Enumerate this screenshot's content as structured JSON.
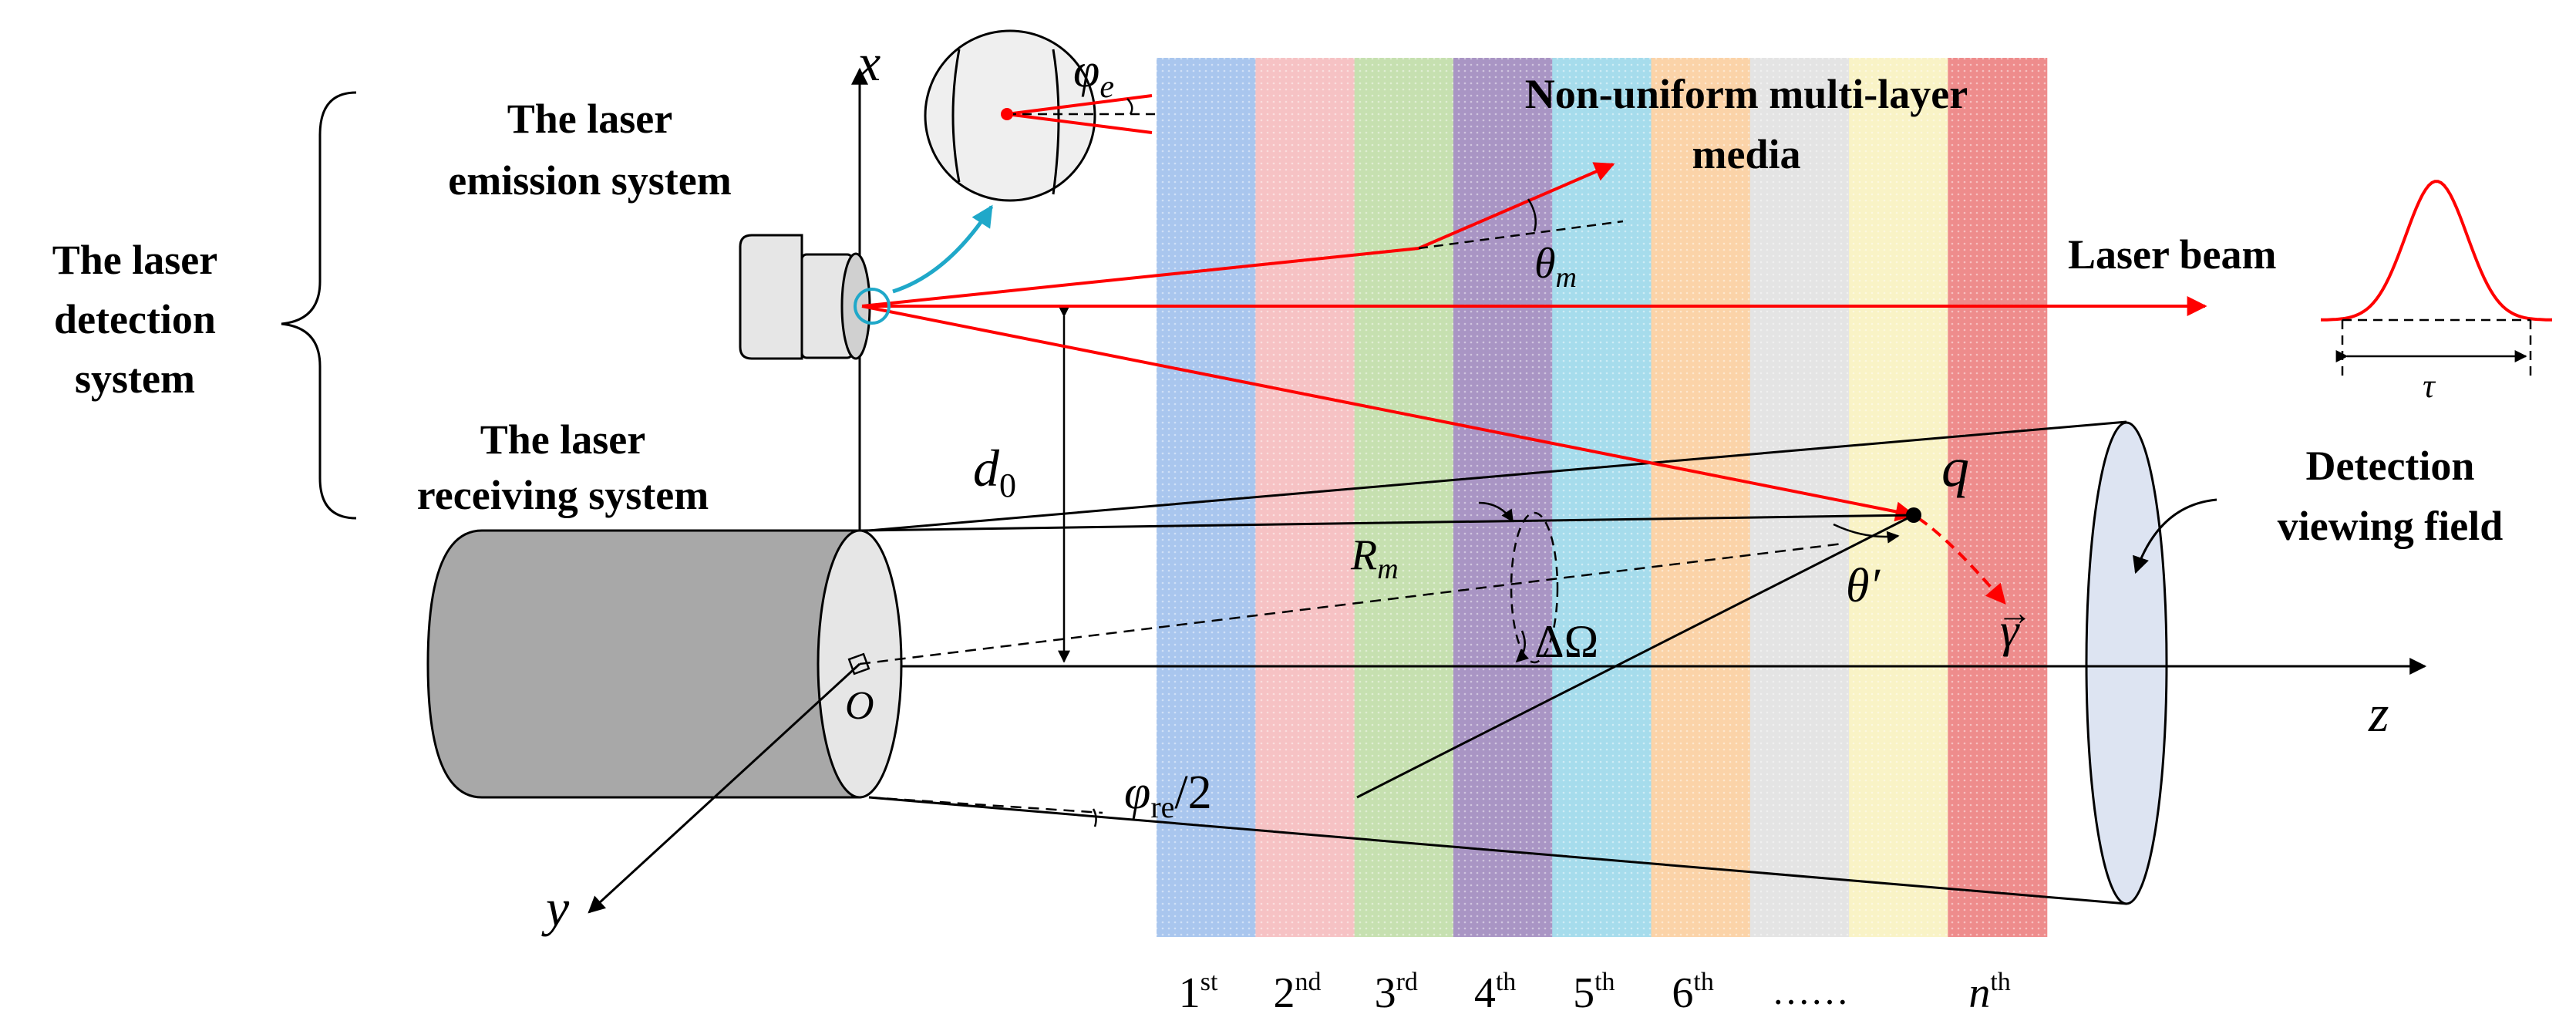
{
  "labels": {
    "detection_system": [
      "The laser",
      "detection",
      "system"
    ],
    "emission_system": [
      "The  laser",
      "emission system"
    ],
    "receiving_system": [
      "The laser",
      "receiving system"
    ],
    "media": [
      "Non-uniform multi-layer",
      "media"
    ],
    "laser_beam": "Laser beam",
    "viewing_field": [
      "Detection",
      "viewing field"
    ]
  },
  "axes": {
    "x": "x",
    "y": "y",
    "z": "z",
    "origin": "O"
  },
  "symbols": {
    "phi_e_base": "φ",
    "phi_e_sub": "e",
    "theta_m_base": "θ",
    "theta_m_sub": "m",
    "d0_base": "d",
    "d0_sub": "0",
    "Rm_base": "R",
    "Rm_sub": "m",
    "delta_omega": "ΔΩ",
    "q": "q",
    "theta_prime": "θ′",
    "gamma": "γ",
    "gamma_arrow": "→",
    "phi_re_base": "φ",
    "phi_re_sub": "re",
    "phi_re_tail": "/2",
    "tau": "τ"
  },
  "layers": [
    {
      "base": "1",
      "sup": "st",
      "color": "#a9c6ee"
    },
    {
      "base": "2",
      "sup": "nd",
      "color": "#f6c2c4"
    },
    {
      "base": "3",
      "sup": "rd",
      "color": "#c6e0b0"
    },
    {
      "base": "4",
      "sup": "th",
      "color": "#a995c4"
    },
    {
      "base": "5",
      "sup": "th",
      "color": "#a6dcec"
    },
    {
      "base": "6",
      "sup": "th",
      "color": "#fbd3a8"
    },
    {
      "base": "",
      "sup": "",
      "color": "#e4e4e4",
      "dots": "……"
    },
    {
      "base": "",
      "sup": "",
      "color": "#f9f3c6"
    },
    {
      "base": "n",
      "sup": "th",
      "color": "#ee8c8c",
      "italic": true
    }
  ],
  "colors": {
    "laser": "#ff0000",
    "callout": "#1fa8c9",
    "field": "#dde4f2"
  }
}
